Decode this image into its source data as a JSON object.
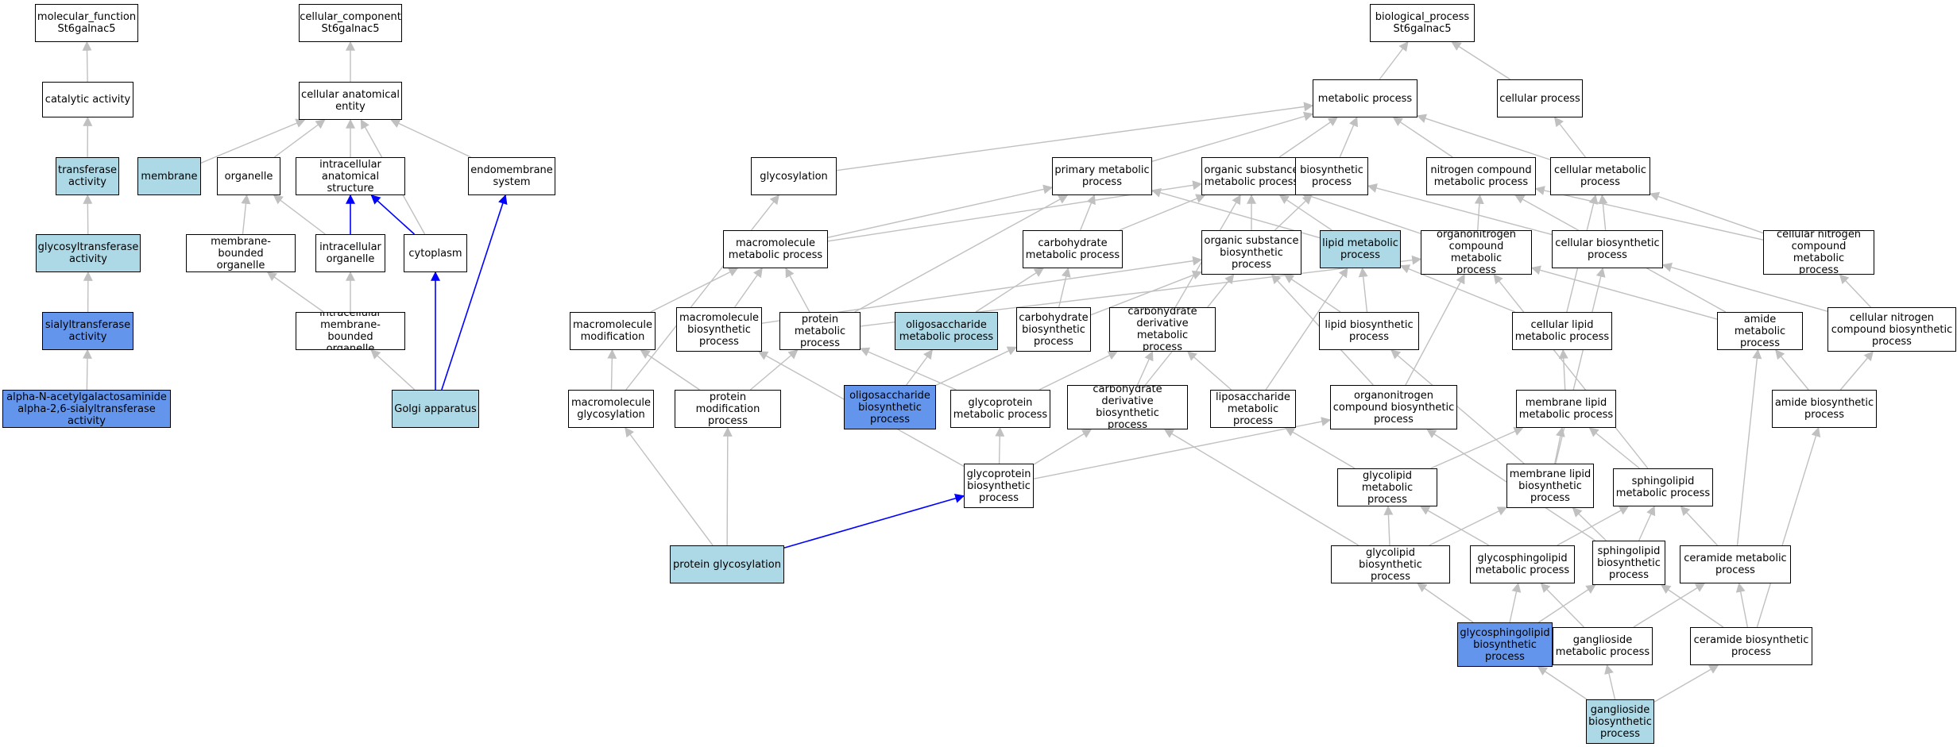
{
  "colors": {
    "node_default": "#ffffff",
    "node_highlight_light": "#add8e6",
    "node_highlight_dark": "#6495ed",
    "edge_gray": "#c0c0c0",
    "edge_blue": "#0000ff",
    "border": "#000000"
  },
  "nodes": [
    {
      "id": "mf",
      "label": "molecular_function\nSt6galnac5",
      "style": "white"
    },
    {
      "id": "cat",
      "label": "catalytic activity",
      "style": "white"
    },
    {
      "id": "trans",
      "label": "transferase\nactivity",
      "style": "light"
    },
    {
      "id": "glyco_tr",
      "label": "glycosyltransferase\nactivity",
      "style": "light"
    },
    {
      "id": "sialyl",
      "label": "sialyltransferase\nactivity",
      "style": "dark"
    },
    {
      "id": "alpha",
      "label": "alpha-N-acetylgalactosaminide\nalpha-2,6-sialyltransferase\nactivity",
      "style": "dark"
    },
    {
      "id": "cc",
      "label": "cellular_component\nSt6galnac5",
      "style": "white"
    },
    {
      "id": "cae",
      "label": "cellular anatomical\nentity",
      "style": "white"
    },
    {
      "id": "membrane",
      "label": "membrane",
      "style": "light"
    },
    {
      "id": "organelle",
      "label": "organelle",
      "style": "white"
    },
    {
      "id": "ias",
      "label": "intracellular\nanatomical structure",
      "style": "white"
    },
    {
      "id": "endo",
      "label": "endomembrane\nsystem",
      "style": "white"
    },
    {
      "id": "mbo",
      "label": "membrane-bounded\norganelle",
      "style": "white"
    },
    {
      "id": "io",
      "label": "intracellular\norganelle",
      "style": "white"
    },
    {
      "id": "cyto",
      "label": "cytoplasm",
      "style": "white"
    },
    {
      "id": "imbo",
      "label": "intracellular\nmembrane-bounded\norganelle",
      "style": "white"
    },
    {
      "id": "golgi",
      "label": "Golgi apparatus",
      "style": "light"
    },
    {
      "id": "bp",
      "label": "biological_process\nSt6galnac5",
      "style": "white"
    },
    {
      "id": "mp",
      "label": "metabolic process",
      "style": "white"
    },
    {
      "id": "cp",
      "label": "cellular process",
      "style": "white"
    },
    {
      "id": "glycosylation",
      "label": "glycosylation",
      "style": "white"
    },
    {
      "id": "pmp",
      "label": "primary metabolic\nprocess",
      "style": "white"
    },
    {
      "id": "osmp",
      "label": "organic substance\nmetabolic process",
      "style": "white"
    },
    {
      "id": "bsp",
      "label": "biosynthetic\nprocess",
      "style": "white"
    },
    {
      "id": "ncmp",
      "label": "nitrogen compound\nmetabolic process",
      "style": "white"
    },
    {
      "id": "cmp",
      "label": "cellular metabolic\nprocess",
      "style": "white"
    },
    {
      "id": "mmp",
      "label": "macromolecule\nmetabolic process",
      "style": "white"
    },
    {
      "id": "chmp",
      "label": "carbohydrate\nmetabolic process",
      "style": "white"
    },
    {
      "id": "osbp",
      "label": "organic substance\nbiosynthetic\nprocess",
      "style": "white"
    },
    {
      "id": "lmp",
      "label": "lipid metabolic\nprocess",
      "style": "light"
    },
    {
      "id": "oncmp",
      "label": "organonitrogen\ncompound metabolic\nprocess",
      "style": "white"
    },
    {
      "id": "cbp",
      "label": "cellular biosynthetic\nprocess",
      "style": "white"
    },
    {
      "id": "cncmp",
      "label": "cellular nitrogen\ncompound metabolic\nprocess",
      "style": "white"
    },
    {
      "id": "mmod",
      "label": "macromolecule\nmodification",
      "style": "white"
    },
    {
      "id": "mbsp",
      "label": "macromolecule\nbiosynthetic\nprocess",
      "style": "white"
    },
    {
      "id": "prmp",
      "label": "protein metabolic\nprocess",
      "style": "white"
    },
    {
      "id": "olmp",
      "label": "oligosaccharide\nmetabolic process",
      "style": "light"
    },
    {
      "id": "chbp",
      "label": "carbohydrate\nbiosynthetic\nprocess",
      "style": "white"
    },
    {
      "id": "chdmp",
      "label": "carbohydrate\nderivative metabolic\nprocess",
      "style": "white"
    },
    {
      "id": "lbp",
      "label": "lipid biosynthetic\nprocess",
      "style": "white"
    },
    {
      "id": "clmp",
      "label": "cellular lipid\nmetabolic process",
      "style": "white"
    },
    {
      "id": "amp",
      "label": "amide metabolic\nprocess",
      "style": "white"
    },
    {
      "id": "cncbp",
      "label": "cellular nitrogen\ncompound biosynthetic\nprocess",
      "style": "white"
    },
    {
      "id": "mglyc",
      "label": "macromolecule\nglycosylation",
      "style": "white"
    },
    {
      "id": "pmod",
      "label": "protein modification\nprocess",
      "style": "white"
    },
    {
      "id": "olbp",
      "label": "oligosaccharide\nbiosynthetic\nprocess",
      "style": "dark"
    },
    {
      "id": "gpmp",
      "label": "glycoprotein\nmetabolic process",
      "style": "white"
    },
    {
      "id": "chdbp",
      "label": "carbohydrate\nderivative biosynthetic\nprocess",
      "style": "white"
    },
    {
      "id": "lsmp",
      "label": "liposaccharide\nmetabolic process",
      "style": "white"
    },
    {
      "id": "oncbp",
      "label": "organonitrogen\ncompound biosynthetic\nprocess",
      "style": "white"
    },
    {
      "id": "mlmp",
      "label": "membrane lipid\nmetabolic process",
      "style": "white"
    },
    {
      "id": "abp",
      "label": "amide biosynthetic\nprocess",
      "style": "white"
    },
    {
      "id": "gpbp",
      "label": "glycoprotein\nbiosynthetic\nprocess",
      "style": "white"
    },
    {
      "id": "glmp",
      "label": "glycolipid metabolic\nprocess",
      "style": "white"
    },
    {
      "id": "mlbp",
      "label": "membrane lipid\nbiosynthetic\nprocess",
      "style": "white"
    },
    {
      "id": "slmp",
      "label": "sphingolipid\nmetabolic process",
      "style": "white"
    },
    {
      "id": "pglyc",
      "label": "protein glycosylation",
      "style": "light"
    },
    {
      "id": "glbp",
      "label": "glycolipid biosynthetic\nprocess",
      "style": "white"
    },
    {
      "id": "gslmp",
      "label": "glycosphingolipid\nmetabolic process",
      "style": "white"
    },
    {
      "id": "slbp",
      "label": "sphingolipid\nbiosynthetic\nprocess",
      "style": "white"
    },
    {
      "id": "cermp",
      "label": "ceramide metabolic\nprocess",
      "style": "white"
    },
    {
      "id": "gslbp",
      "label": "glycosphingolipid\nbiosynthetic\nprocess",
      "style": "dark"
    },
    {
      "id": "gangmp",
      "label": "ganglioside\nmetabolic process",
      "style": "white"
    },
    {
      "id": "cerbp",
      "label": "ceramide biosynthetic\nprocess",
      "style": "white"
    },
    {
      "id": "gangbp",
      "label": "ganglioside\nbiosynthetic\nprocess",
      "style": "light"
    }
  ],
  "edges": [
    {
      "from": "cat",
      "to": "mf",
      "color": "gray"
    },
    {
      "from": "trans",
      "to": "cat",
      "color": "gray"
    },
    {
      "from": "glyco_tr",
      "to": "trans",
      "color": "gray"
    },
    {
      "from": "sialyl",
      "to": "glyco_tr",
      "color": "gray"
    },
    {
      "from": "alpha",
      "to": "sialyl",
      "color": "gray"
    },
    {
      "from": "cae",
      "to": "cc",
      "color": "gray"
    },
    {
      "from": "membrane",
      "to": "cae",
      "color": "gray"
    },
    {
      "from": "organelle",
      "to": "cae",
      "color": "gray"
    },
    {
      "from": "ias",
      "to": "cae",
      "color": "gray"
    },
    {
      "from": "endo",
      "to": "cae",
      "color": "gray"
    },
    {
      "from": "cyto",
      "to": "cae",
      "color": "gray"
    },
    {
      "from": "mbo",
      "to": "organelle",
      "color": "gray"
    },
    {
      "from": "io",
      "to": "organelle",
      "color": "gray"
    },
    {
      "from": "io",
      "to": "ias",
      "color": "blue"
    },
    {
      "from": "cyto",
      "to": "ias",
      "color": "blue"
    },
    {
      "from": "imbo",
      "to": "mbo",
      "color": "gray"
    },
    {
      "from": "imbo",
      "to": "io",
      "color": "gray"
    },
    {
      "from": "golgi",
      "to": "imbo",
      "color": "gray"
    },
    {
      "from": "golgi",
      "to": "cyto",
      "color": "blue"
    },
    {
      "from": "golgi",
      "to": "endo",
      "color": "blue"
    },
    {
      "from": "mp",
      "to": "bp",
      "color": "gray"
    },
    {
      "from": "cp",
      "to": "bp",
      "color": "gray"
    },
    {
      "from": "glycosylation",
      "to": "mp",
      "color": "gray"
    },
    {
      "from": "pmp",
      "to": "mp",
      "color": "gray"
    },
    {
      "from": "osmp",
      "to": "mp",
      "color": "gray"
    },
    {
      "from": "bsp",
      "to": "mp",
      "color": "gray"
    },
    {
      "from": "ncmp",
      "to": "mp",
      "color": "gray"
    },
    {
      "from": "cmp",
      "to": "mp",
      "color": "gray"
    },
    {
      "from": "cmp",
      "to": "cp",
      "color": "gray"
    },
    {
      "from": "mmp",
      "to": "pmp",
      "color": "gray"
    },
    {
      "from": "mmp",
      "to": "osmp",
      "color": "gray"
    },
    {
      "from": "chmp",
      "to": "pmp",
      "color": "gray"
    },
    {
      "from": "chmp",
      "to": "osmp",
      "color": "gray"
    },
    {
      "from": "osbp",
      "to": "osmp",
      "color": "gray"
    },
    {
      "from": "osbp",
      "to": "bsp",
      "color": "gray"
    },
    {
      "from": "lmp",
      "to": "pmp",
      "color": "gray"
    },
    {
      "from": "lmp",
      "to": "osmp",
      "color": "gray"
    },
    {
      "from": "oncmp",
      "to": "osmp",
      "color": "gray"
    },
    {
      "from": "oncmp",
      "to": "ncmp",
      "color": "gray"
    },
    {
      "from": "cbp",
      "to": "bsp",
      "color": "gray"
    },
    {
      "from": "cbp",
      "to": "cmp",
      "color": "gray"
    },
    {
      "from": "cncmp",
      "to": "ncmp",
      "color": "gray"
    },
    {
      "from": "cncmp",
      "to": "cmp",
      "color": "gray"
    },
    {
      "from": "mmod",
      "to": "mmp",
      "color": "gray"
    },
    {
      "from": "mbsp",
      "to": "mmp",
      "color": "gray"
    },
    {
      "from": "mbsp",
      "to": "osbp",
      "color": "gray"
    },
    {
      "from": "prmp",
      "to": "mmp",
      "color": "gray"
    },
    {
      "from": "prmp",
      "to": "pmp",
      "color": "gray"
    },
    {
      "from": "prmp",
      "to": "oncmp",
      "color": "gray"
    },
    {
      "from": "olmp",
      "to": "chmp",
      "color": "gray"
    },
    {
      "from": "chbp",
      "to": "chmp",
      "color": "gray"
    },
    {
      "from": "chbp",
      "to": "osbp",
      "color": "gray"
    },
    {
      "from": "chdmp",
      "to": "osmp",
      "color": "gray"
    },
    {
      "from": "lbp",
      "to": "lmp",
      "color": "gray"
    },
    {
      "from": "lbp",
      "to": "osbp",
      "color": "gray"
    },
    {
      "from": "clmp",
      "to": "lmp",
      "color": "gray"
    },
    {
      "from": "clmp",
      "to": "cmp",
      "color": "gray"
    },
    {
      "from": "amp",
      "to": "oncmp",
      "color": "gray"
    },
    {
      "from": "amp",
      "to": "ncmp",
      "color": "gray"
    },
    {
      "from": "cncbp",
      "to": "cbp",
      "color": "gray"
    },
    {
      "from": "cncbp",
      "to": "cncmp",
      "color": "gray"
    },
    {
      "from": "mglyc",
      "to": "glycosylation",
      "color": "gray"
    },
    {
      "from": "mglyc",
      "to": "mmod",
      "color": "gray"
    },
    {
      "from": "pmod",
      "to": "mmod",
      "color": "gray"
    },
    {
      "from": "pmod",
      "to": "prmp",
      "color": "gray"
    },
    {
      "from": "olbp",
      "to": "olmp",
      "color": "gray"
    },
    {
      "from": "olbp",
      "to": "chbp",
      "color": "gray"
    },
    {
      "from": "gpmp",
      "to": "prmp",
      "color": "gray"
    },
    {
      "from": "gpmp",
      "to": "chdmp",
      "color": "gray"
    },
    {
      "from": "chdbp",
      "to": "chdmp",
      "color": "gray"
    },
    {
      "from": "chdbp",
      "to": "osbp",
      "color": "gray"
    },
    {
      "from": "lsmp",
      "to": "chdmp",
      "color": "gray"
    },
    {
      "from": "lsmp",
      "to": "lmp",
      "color": "gray"
    },
    {
      "from": "oncbp",
      "to": "oncmp",
      "color": "gray"
    },
    {
      "from": "oncbp",
      "to": "osbp",
      "color": "gray"
    },
    {
      "from": "mlmp",
      "to": "clmp",
      "color": "gray"
    },
    {
      "from": "abp",
      "to": "amp",
      "color": "gray"
    },
    {
      "from": "abp",
      "to": "cncbp",
      "color": "gray"
    },
    {
      "from": "gpbp",
      "to": "gpmp",
      "color": "gray"
    },
    {
      "from": "gpbp",
      "to": "mbsp",
      "color": "gray"
    },
    {
      "from": "gpbp",
      "to": "chdbp",
      "color": "gray"
    },
    {
      "from": "gpbp",
      "to": "oncbp",
      "color": "gray"
    },
    {
      "from": "glmp",
      "to": "lsmp",
      "color": "gray"
    },
    {
      "from": "glmp",
      "to": "mlmp",
      "color": "gray"
    },
    {
      "from": "mlbp",
      "to": "mlmp",
      "color": "gray"
    },
    {
      "from": "mlbp",
      "to": "lbp",
      "color": "gray"
    },
    {
      "from": "mlbp",
      "to": "cbp",
      "color": "gray"
    },
    {
      "from": "slmp",
      "to": "mlmp",
      "color": "gray"
    },
    {
      "from": "slmp",
      "to": "oncmp",
      "color": "gray"
    },
    {
      "from": "pglyc",
      "to": "mglyc",
      "color": "gray"
    },
    {
      "from": "pglyc",
      "to": "pmod",
      "color": "gray"
    },
    {
      "from": "pglyc",
      "to": "gpbp",
      "color": "blue"
    },
    {
      "from": "glbp",
      "to": "glmp",
      "color": "gray"
    },
    {
      "from": "glbp",
      "to": "mlbp",
      "color": "gray"
    },
    {
      "from": "glbp",
      "to": "chdbp",
      "color": "gray"
    },
    {
      "from": "gslmp",
      "to": "glmp",
      "color": "gray"
    },
    {
      "from": "gslmp",
      "to": "slmp",
      "color": "gray"
    },
    {
      "from": "slbp",
      "to": "slmp",
      "color": "gray"
    },
    {
      "from": "slbp",
      "to": "mlbp",
      "color": "gray"
    },
    {
      "from": "slbp",
      "to": "oncbp",
      "color": "gray"
    },
    {
      "from": "cermp",
      "to": "slmp",
      "color": "gray"
    },
    {
      "from": "cermp",
      "to": "amp",
      "color": "gray"
    },
    {
      "from": "gslbp",
      "to": "glbp",
      "color": "gray"
    },
    {
      "from": "gslbp",
      "to": "gslmp",
      "color": "gray"
    },
    {
      "from": "gslbp",
      "to": "slbp",
      "color": "gray"
    },
    {
      "from": "gangmp",
      "to": "gslmp",
      "color": "gray"
    },
    {
      "from": "gangmp",
      "to": "cermp",
      "color": "gray"
    },
    {
      "from": "cerbp",
      "to": "slbp",
      "color": "gray"
    },
    {
      "from": "cerbp",
      "to": "cermp",
      "color": "gray"
    },
    {
      "from": "cerbp",
      "to": "abp",
      "color": "gray"
    },
    {
      "from": "gangbp",
      "to": "gslbp",
      "color": "gray"
    },
    {
      "from": "gangbp",
      "to": "gangmp",
      "color": "gray"
    },
    {
      "from": "gangbp",
      "to": "cerbp",
      "color": "gray"
    }
  ]
}
